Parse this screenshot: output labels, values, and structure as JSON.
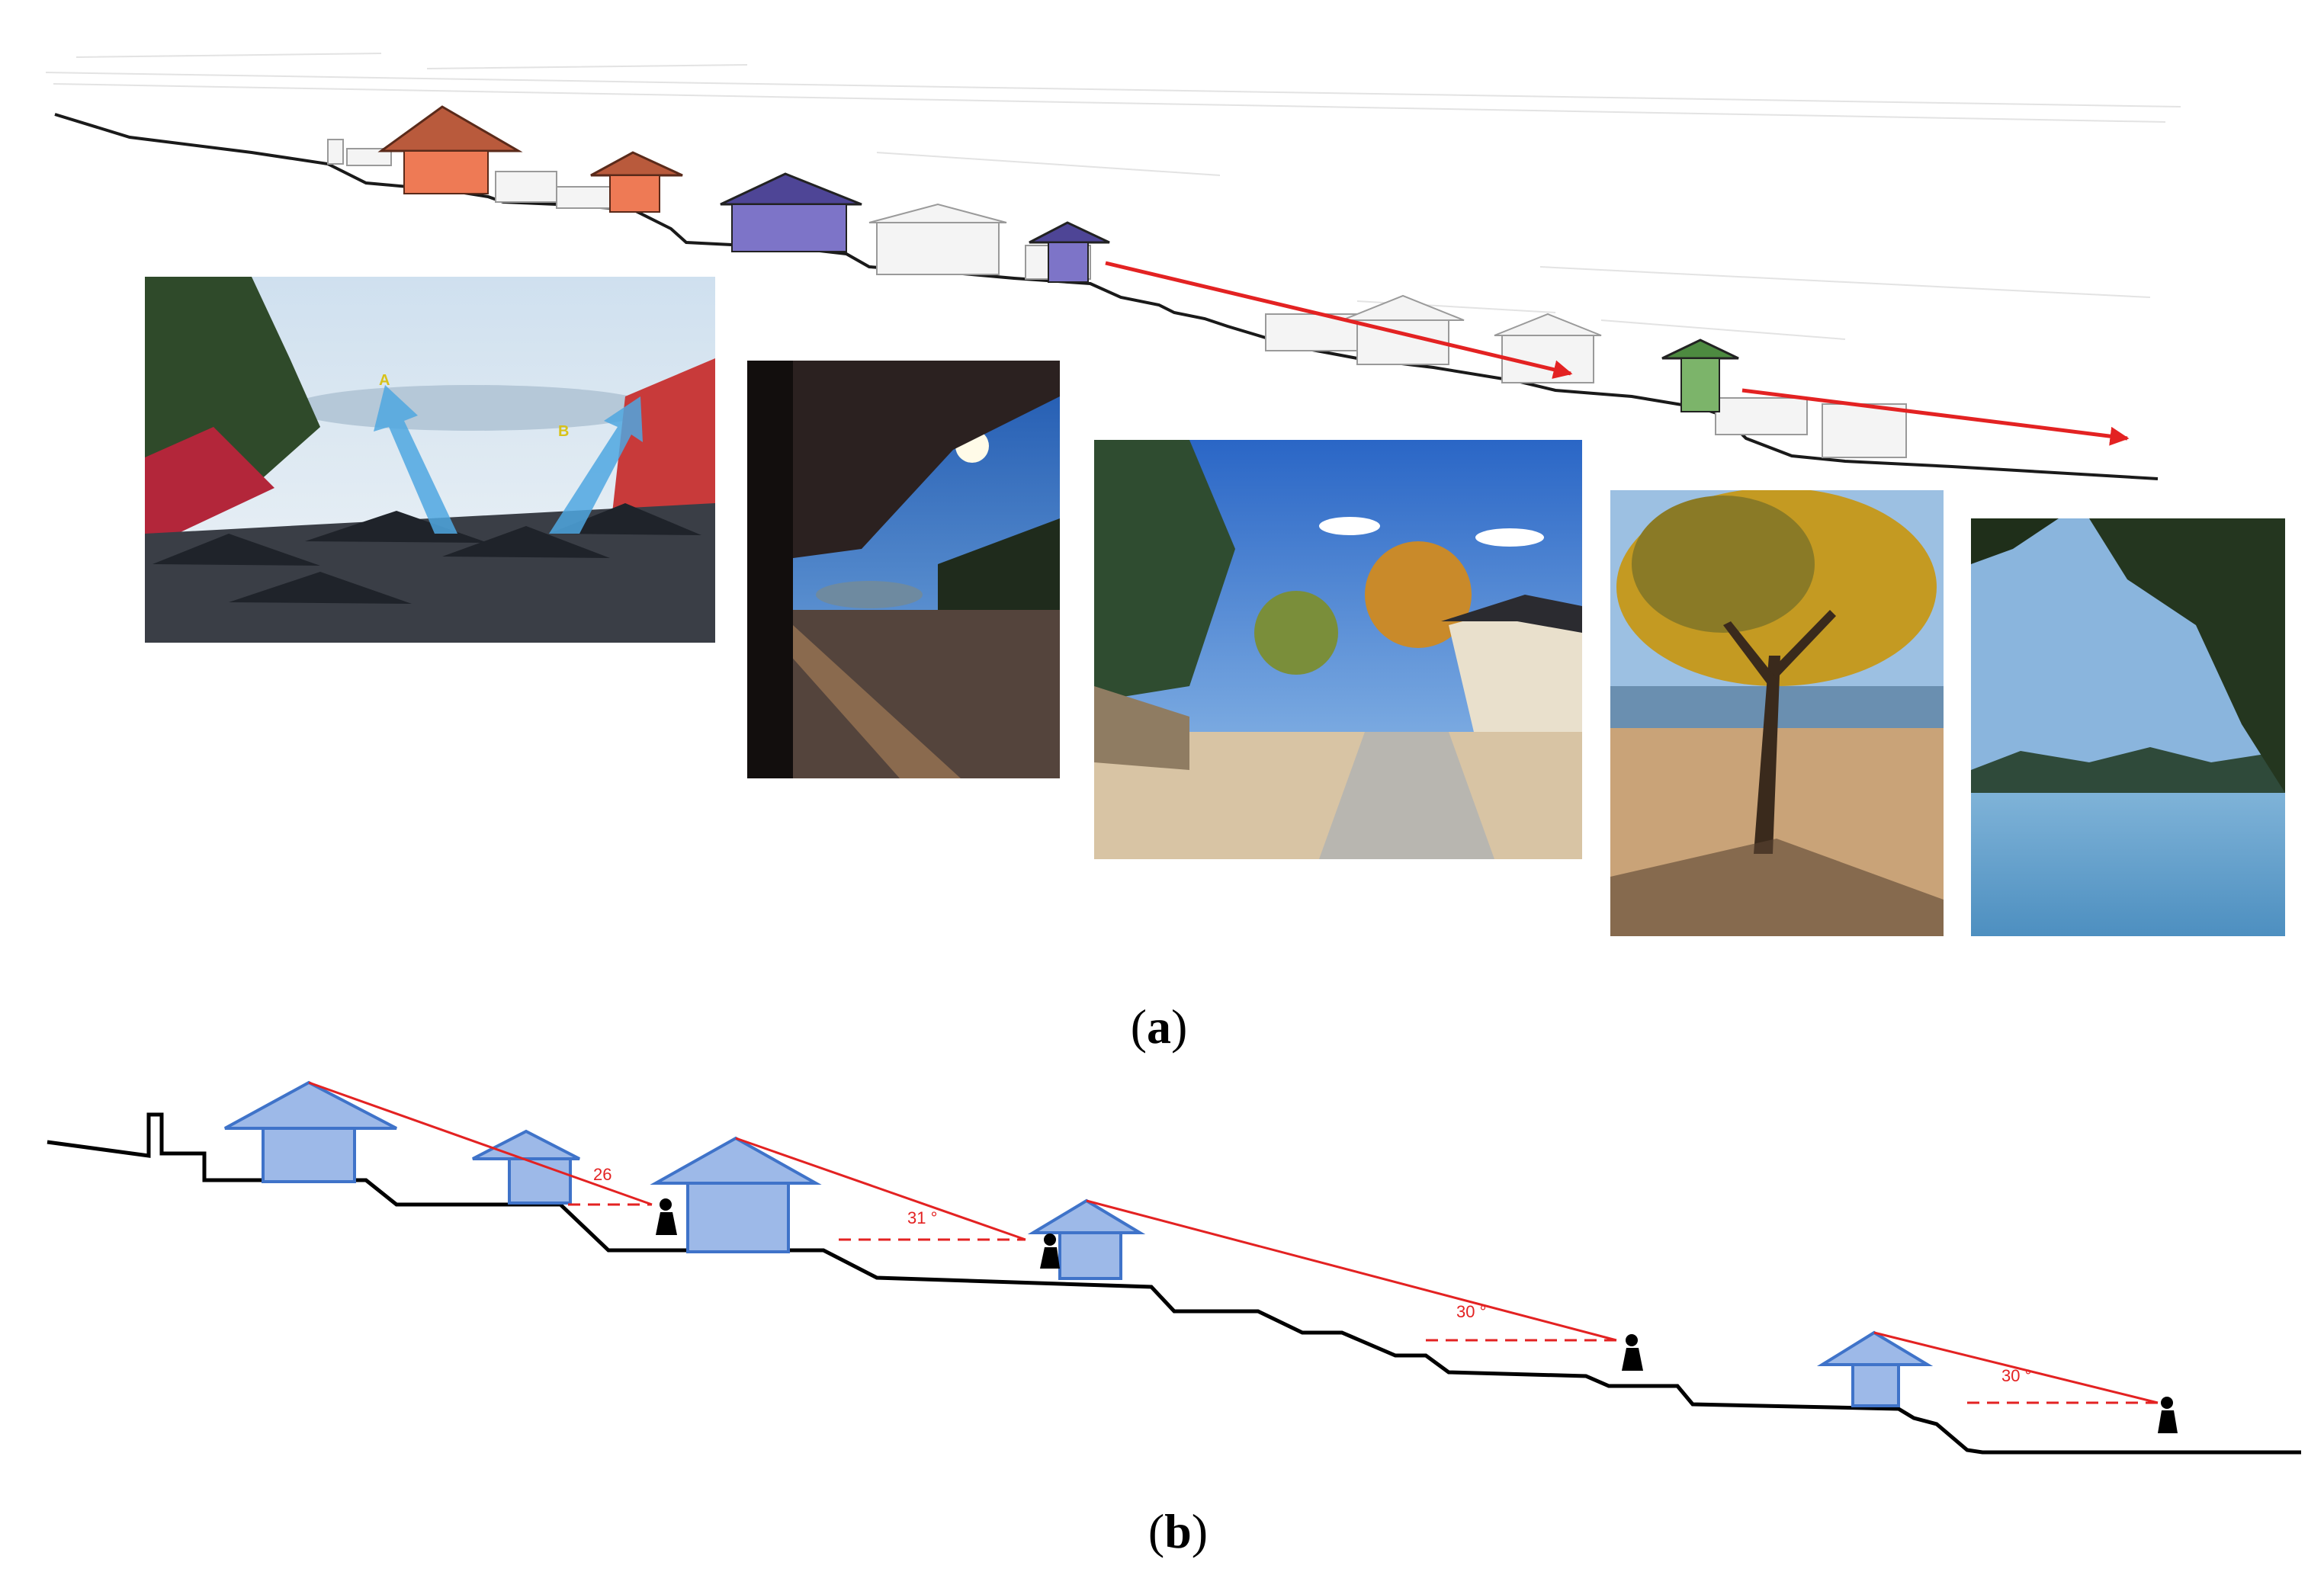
{
  "figure": {
    "panel_a_label": {
      "open": "(",
      "letter": "a",
      "close": ")"
    },
    "panel_b_label": {
      "open": "(",
      "letter": "b",
      "close": ")"
    },
    "photo1_arrow_labels": [
      "A",
      "B"
    ],
    "view_angles": [
      "26",
      "31 °",
      "30 °",
      "30 °"
    ]
  },
  "colors": {
    "ground_line": "#111111",
    "sight_line": "#e32222",
    "house_fill": "#9db9e8",
    "house_stroke": "#3f73c9",
    "pavilion_orange": "#ee7a55",
    "pavilion_purple": "#7d74c8",
    "pavilion_green": "#7cb46a",
    "sky_arrow": "#4fa7e0"
  },
  "photos": [
    {
      "name": "photo-village-rooftops",
      "scene": "village rooftops with lake view"
    },
    {
      "name": "photo-eaves-balcony",
      "scene": "wooden balcony under eaves"
    },
    {
      "name": "photo-courtyard",
      "scene": "courtyard with trees and gate"
    },
    {
      "name": "photo-autumn-tree",
      "scene": "autumn tree with lake behind"
    },
    {
      "name": "photo-lake",
      "scene": "lake view through leaves"
    }
  ]
}
